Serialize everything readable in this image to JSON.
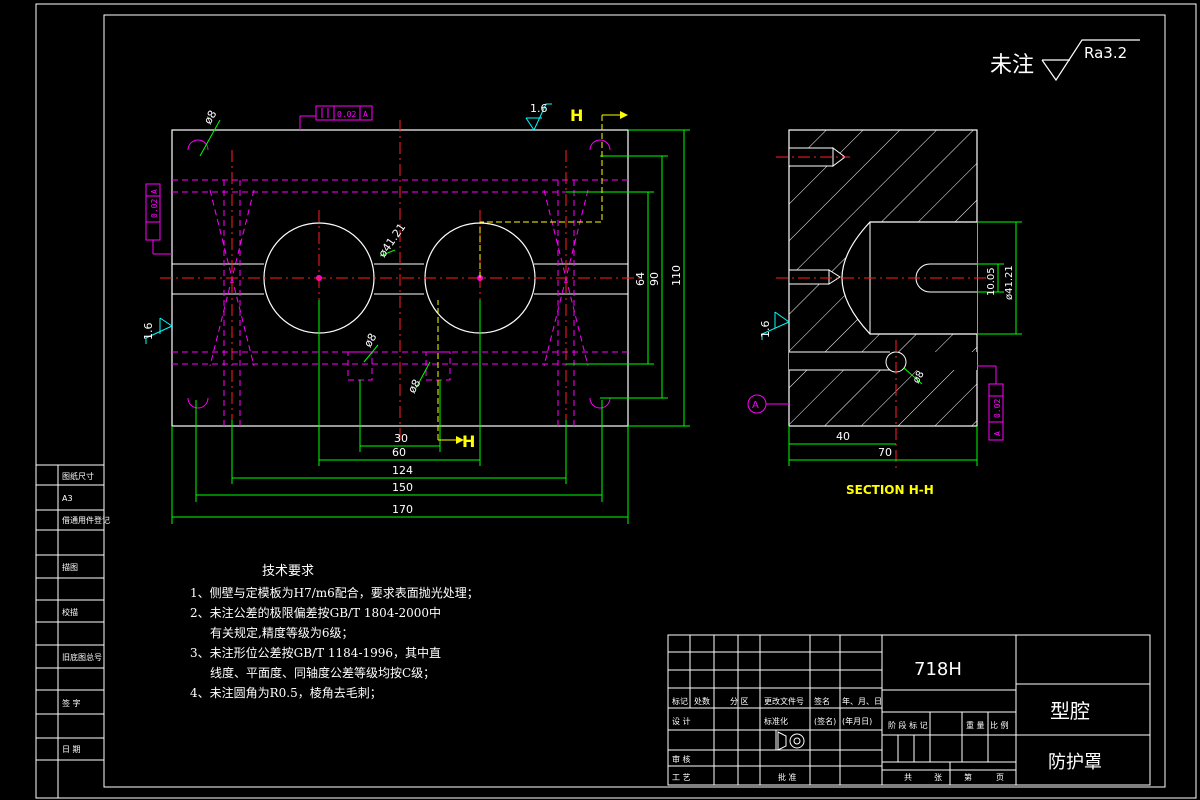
{
  "roughness": {
    "prefix": "未注",
    "value": "Ra3.2"
  },
  "front_view": {
    "dims": {
      "d170": "170",
      "d150": "150",
      "d124": "124",
      "d60": "60",
      "d30": "30",
      "d110": "110",
      "d90": "90",
      "d64": "64"
    },
    "dia_hole": "ø41.21",
    "dia_small_a": "ø8",
    "dia_small_b": "ø8",
    "dia_small_c": "ø8",
    "surface_top": "1.6",
    "surface_left": "1.6",
    "tol_top": "0.02",
    "tol_left": "0.02",
    "datum": "A",
    "section_mark": "H"
  },
  "section_view": {
    "title": "SECTION H-H",
    "dims": {
      "d70": "70",
      "d40": "40",
      "d1005": "10.05",
      "dia": "ø41.21",
      "dia8": "ø8"
    },
    "surface": "1.6",
    "tol": "0.02",
    "datum": "A"
  },
  "tech": {
    "title": "技术要求",
    "lines": [
      "1、侧壁与定模板为H7/m6配合，要求表面抛光处理；",
      "2、未注公差的极限偏差按GB/T 1804-2000中",
      "有关规定,精度等级为6级；",
      "3、未注形位公差按GB/T 1184-1996，其中直",
      "线度、平面度、同轴度公差等级均按C级；",
      "4、未注圆角为R0.5，棱角去毛刺；"
    ]
  },
  "left_strip": [
    "图纸尺寸",
    "A3",
    "借通用件登记",
    "描图",
    "校描",
    "旧底图总号",
    "签  字",
    "日  期"
  ],
  "title_block": {
    "material": "718H",
    "part_name": "型腔",
    "assembly": "防护罩",
    "header_cells": [
      "标记",
      "处数",
      "分 区",
      "更改文件号",
      "签名",
      "年、月、日"
    ],
    "row_design": [
      "设 计",
      "标准化",
      "(签名)",
      "(年月日)"
    ],
    "stage_cells": [
      "阶 段 标 记",
      "重 量",
      "比 例"
    ],
    "row_review": "审 核",
    "row_process": "工 艺",
    "row_approve": "批 准",
    "sheet_cells": [
      "共",
      "张",
      "第",
      "页"
    ]
  }
}
